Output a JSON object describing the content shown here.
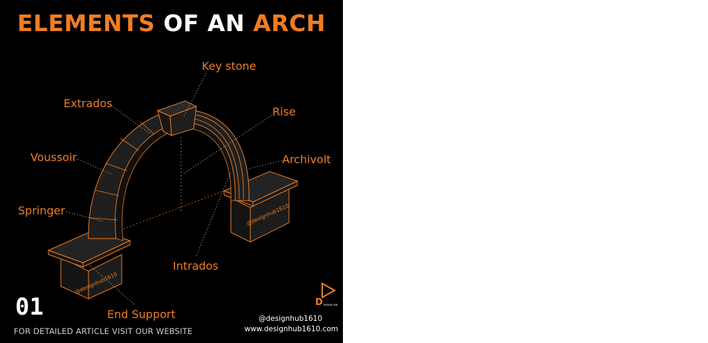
{
  "title": {
    "word1": "ELEMENTS",
    "word2": "OF AN",
    "word3": "ARCH"
  },
  "labels": {
    "key_stone": "Key stone",
    "extrados": "Extrados",
    "rise": "Rise",
    "voussoir": "Voussoir",
    "archivolt": "Archivolt",
    "springer": "Springer",
    "intrados": "Intrados",
    "end_support": "End Support"
  },
  "watermark": "@designhub1610",
  "logo": {
    "text": "DESIGN HUB"
  },
  "page_number": "01",
  "footer": "FOR DETAILED ARTICLE VISIT OUR WEBSITE",
  "contact": {
    "handle": "@designhub1610",
    "website": "www.designhub1610.com"
  },
  "colors": {
    "accent": "#f07d22",
    "background": "#000000",
    "stroke": "#f07d22",
    "fill": "#1b1b1b",
    "text_white": "#ffffff"
  }
}
